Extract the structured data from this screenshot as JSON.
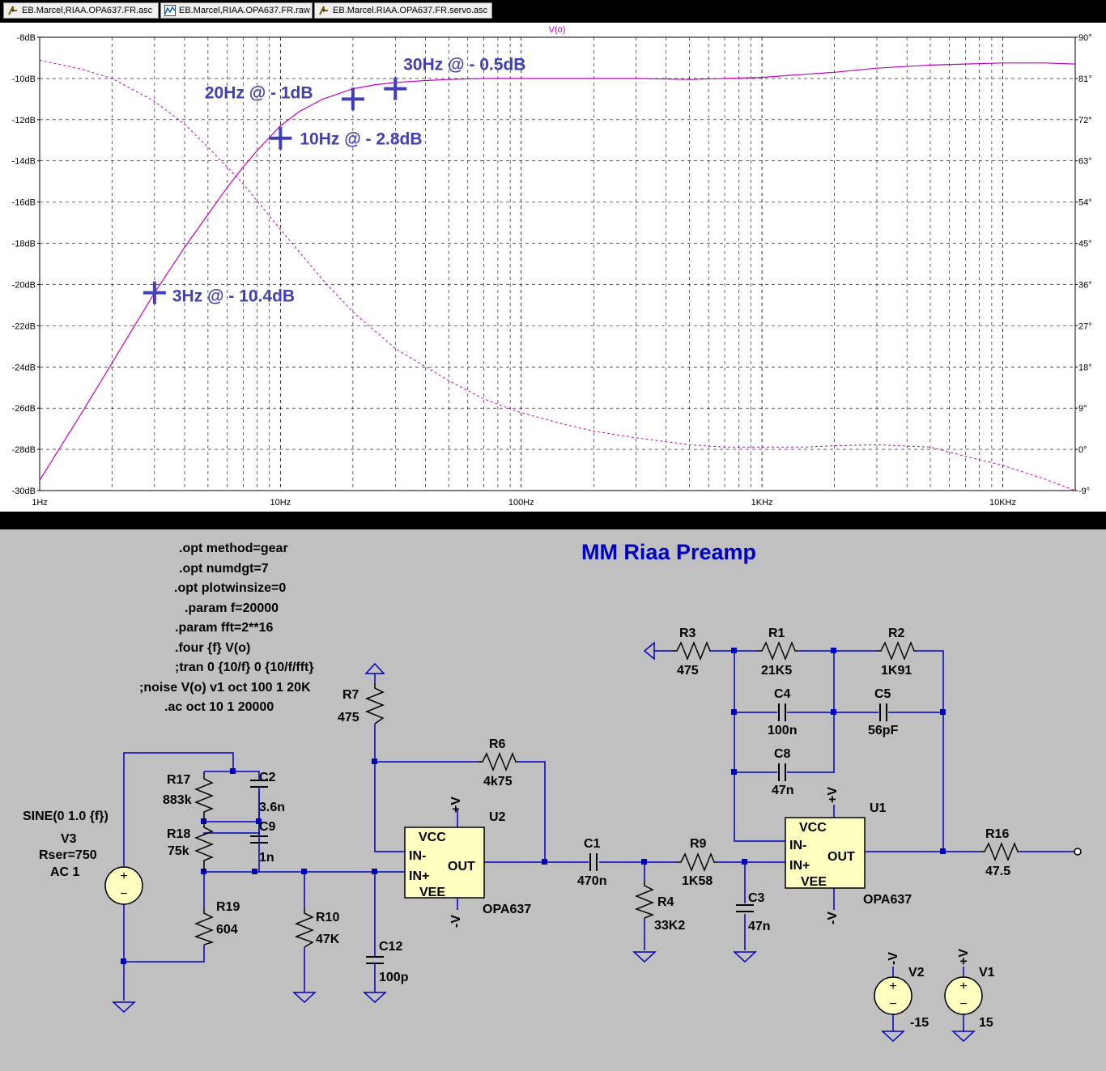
{
  "tabs": [
    {
      "label": "EB.Marcel,RIAA.OPA637.FR.asc",
      "icon": "schematic-icon"
    },
    {
      "label": "EB.Marcel,RIAA.OPA637.FR.raw",
      "icon": "waveform-icon"
    },
    {
      "label": "EB.Marcel.RIAA.OPA637.FR.servo.asc",
      "icon": "schematic-icon"
    }
  ],
  "plot": {
    "trace_label": "V(o)",
    "left_ticks": [
      "-8dB",
      "-10dB",
      "-12dB",
      "-14dB",
      "-16dB",
      "-18dB",
      "-20dB",
      "-22dB",
      "-24dB",
      "-26dB",
      "-28dB",
      "-30dB"
    ],
    "right_ticks": [
      "90°",
      "81°",
      "72°",
      "63°",
      "54°",
      "45°",
      "36°",
      "27°",
      "18°",
      "9°",
      "0°",
      "-9°"
    ],
    "x_ticks": [
      "1Hz",
      "10Hz",
      "100Hz",
      "1KHz",
      "10KHz"
    ]
  },
  "chart_data": {
    "type": "line",
    "title": "V(o)",
    "xscale": "log",
    "xlim": [
      1,
      20000
    ],
    "ylim_left": [
      -30,
      -8
    ],
    "ylim_right": [
      -9,
      90
    ],
    "grid": true,
    "series": [
      {
        "axis": "left",
        "style": "solid",
        "color": "#c000c0",
        "x": [
          1,
          1.5,
          2,
          3,
          4,
          5,
          6,
          7,
          8,
          10,
          12,
          15,
          20,
          25,
          30,
          40,
          50,
          70,
          100,
          150,
          200,
          300,
          500,
          700,
          1000,
          1500,
          2000,
          3000,
          5000,
          7000,
          10000,
          12000,
          15000,
          20000
        ],
        "y": [
          -29.5,
          -26.2,
          -23.8,
          -20.4,
          -18.2,
          -16.6,
          -15.3,
          -14.3,
          -13.5,
          -12.3,
          -11.6,
          -11.0,
          -10.5,
          -10.3,
          -10.2,
          -10.1,
          -10.05,
          -10.0,
          -10.0,
          -10.0,
          -10.0,
          -10.0,
          -10.05,
          -10.0,
          -9.95,
          -9.8,
          -9.7,
          -9.5,
          -9.35,
          -9.3,
          -9.25,
          -9.25,
          -9.25,
          -9.3
        ]
      },
      {
        "axis": "right",
        "style": "dashed",
        "color": "#c000c0",
        "x": [
          1,
          1.5,
          2,
          3,
          4,
          5,
          7,
          10,
          15,
          20,
          30,
          50,
          70,
          100,
          150,
          200,
          300,
          500,
          700,
          1000,
          1500,
          2000,
          3000,
          5000,
          7000,
          10000,
          15000,
          20000
        ],
        "y": [
          85,
          83,
          81,
          76,
          71,
          66,
          58,
          48,
          37,
          30,
          22,
          15,
          11,
          8,
          5.5,
          4,
          2.5,
          1,
          0.5,
          0.5,
          0.5,
          0.8,
          1,
          0.5,
          -1.5,
          -3.5,
          -6.5,
          -9
        ]
      }
    ],
    "annotations": [
      {
        "x": 3,
        "y": -20.4,
        "text": "3Hz @ - 10.4dB"
      },
      {
        "x": 10,
        "y": -12.9,
        "text": "10Hz @ - 2.8dB"
      },
      {
        "x": 20,
        "y": -11.0,
        "text": "20Hz @ - 1dB"
      },
      {
        "x": 30,
        "y": -10.5,
        "text": "30Hz @ - 0.5dB"
      }
    ]
  },
  "schematic": {
    "title": "MM Riaa Preamp",
    "directives": [
      ".opt method=gear",
      ".opt numdgt=7",
      ".opt plotwinsize=0",
      ".param f=20000",
      ".param fft=2**16",
      ".four {f} V(o)",
      ";tran 0 {10/f} 0 {10/f/fft}",
      ";noise V(o) v1 oct 100 1 20K",
      ".ac oct 10 1 20000"
    ],
    "source": {
      "value": "SINE(0 1.0 {f})",
      "name": "V3",
      "rser": "Rser=750",
      "ac": "AC 1"
    },
    "parts": {
      "R17": {
        "name": "R17",
        "value": "883k"
      },
      "R18": {
        "name": "R18",
        "value": "75k"
      },
      "R19": {
        "name": "R19",
        "value": "604"
      },
      "C2": {
        "name": "C2",
        "value": "3.6n"
      },
      "C9": {
        "name": "C9",
        "value": "1n"
      },
      "R10": {
        "name": "R10",
        "value": "47K"
      },
      "C12": {
        "name": "C12",
        "value": "100p"
      },
      "R7": {
        "name": "R7",
        "value": "475"
      },
      "R6": {
        "name": "R6",
        "value": "4k75"
      },
      "C1": {
        "name": "C1",
        "value": "470n"
      },
      "R4": {
        "name": "R4",
        "value": "33K2"
      },
      "R9": {
        "name": "R9",
        "value": "1K58"
      },
      "C3": {
        "name": "C3",
        "value": "47n"
      },
      "R3": {
        "name": "R3",
        "value": "475"
      },
      "R1": {
        "name": "R1",
        "value": "21K5"
      },
      "R2": {
        "name": "R2",
        "value": "1K91"
      },
      "C4": {
        "name": "C4",
        "value": "100n"
      },
      "C5": {
        "name": "C5",
        "value": "56pF"
      },
      "C8": {
        "name": "C8",
        "value": "47n"
      },
      "R16": {
        "name": "R16",
        "value": "47.5"
      },
      "V2": {
        "name": "V2",
        "value": "-15"
      },
      "V1": {
        "name": "V1",
        "value": "15"
      }
    },
    "opamps": {
      "U2": {
        "name": "U2",
        "model": "OPA637",
        "vcc": "VCC",
        "inm": "IN-",
        "inp": "IN+",
        "out": "OUT",
        "vee": "VEE"
      },
      "U1": {
        "name": "U1",
        "model": "OPA637",
        "vcc": "VCC",
        "inm": "IN-",
        "inp": "IN+",
        "out": "OUT",
        "vee": "VEE"
      }
    },
    "supply": {
      "pos": "+V",
      "neg": "-V"
    }
  }
}
